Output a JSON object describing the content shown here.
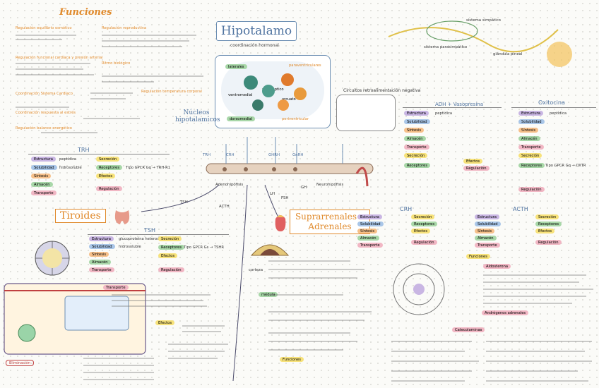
{
  "title": "Hipotalamo",
  "subtitle": "coordinación hormonal",
  "funciones": {
    "heading": "Funciones",
    "items": [
      "Regulación equilibrio osmótico",
      "Regulación reproductiva",
      "Regulación funcional cardíaca y presión arterial",
      "Ritmo biológico",
      "Coordinación Sistema Cardíaco",
      "Regulación temperatura corporal",
      "Coordinación respuesta al estrés",
      "Regulación balance energético"
    ]
  },
  "nucleos": {
    "label": "Núcleos hipotalamicos",
    "items": [
      "laterales",
      "paraventriculares",
      "ventromedial",
      "supraóptico",
      "arcuato",
      "dorsomedial",
      "periventricular"
    ]
  },
  "tiroides": "Tiroides",
  "suprarrenales": "Suprarrenales o Adrenales",
  "hormonas": [
    "TRH",
    "TSH",
    "CRH",
    "ACTH",
    "ADH + Vasopresina",
    "Oxitocina",
    "GHRH",
    "GnRH",
    "LH",
    "FSH",
    "GH"
  ],
  "props": [
    "Estructura",
    "Solubilidad",
    "Síntesis",
    "Almacén",
    "Transporte",
    "Receptores",
    "Efectos",
    "Regulación",
    "Secreción"
  ],
  "prop_values": {
    "trh_struct": "peptídica",
    "trh_sol": "hidrosoluble",
    "tsh_struct": "glucoproteína heterodímero",
    "tsh_sol": "hidrosoluble",
    "adh_struct": "peptídica",
    "oxi_struct": "peptídica",
    "oxi_rec": "Tipo GPCR Gq → OXTR",
    "tsh_rec": "Tipo GPCR Gs → TSHR",
    "trh_rec": "Tipo GPCR Gq → TRH-R1"
  },
  "labels": {
    "adenohipofisis": "Adenohipófisis",
    "neurohipofisis": "Neurohipófisis",
    "circuitos": "Circuitos retroalimentación negativa",
    "transporte": "Transporte",
    "efectos": "Efectos",
    "funciones2": "Funciones",
    "corteza": "corteza",
    "medula": "médula",
    "aldosterona": "Aldosterona",
    "andrógenos": "Andrógenos adrenales",
    "catecolaminas": "Catecolaminas",
    "eliminacion": "Eliminación",
    "sistema_simp": "sistema simpático",
    "sistema_parasimp": "sistema parasimpático",
    "glandula_pineal": "glándula pineal"
  },
  "colors": {
    "orange": "#e08a2c",
    "blue": "#4f73a0",
    "yellow": "#f7e27a",
    "green": "#a8d7a8",
    "purple": "#c9b6e3",
    "pink": "#f1b7c4"
  }
}
